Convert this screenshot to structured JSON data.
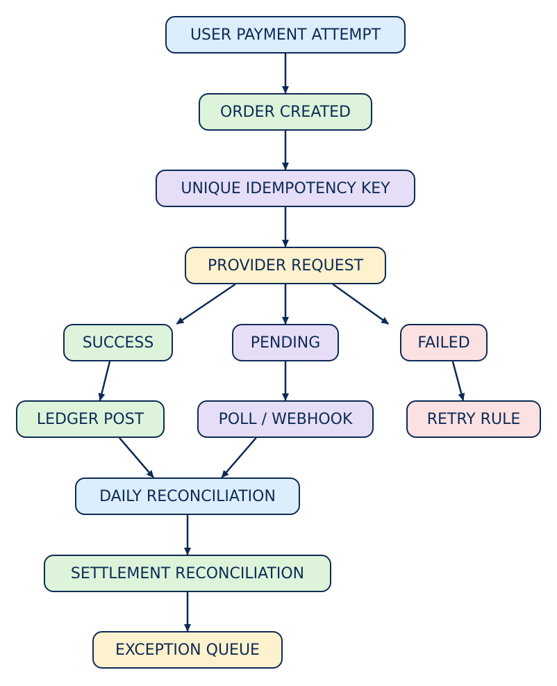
{
  "diagram": {
    "colors": {
      "stroke": "#0d2a55",
      "blue": "#dcedfc",
      "green": "#ddf4db",
      "purple": "#e5def6",
      "yellow": "#fdf2cd",
      "red": "#fbe1e1"
    },
    "nodes": {
      "user_payment_attempt": "USER PAYMENT ATTEMPT",
      "order_created": "ORDER CREATED",
      "unique_idempotency_key": "UNIQUE IDEMPOTENCY KEY",
      "provider_request": "PROVIDER REQUEST",
      "success": "SUCCESS",
      "pending": "PENDING",
      "failed": "FAILED",
      "ledger_post": "LEDGER POST",
      "poll_webhook": "POLL / WEBHOOK",
      "retry_rule": "RETRY RULE",
      "daily_reconciliation": "DAILY RECONCILIATION",
      "settlement_reconciliation": "SETTLEMENT RECONCILIATION",
      "exception_queue": "EXCEPTION QUEUE"
    },
    "edges": [
      {
        "from": "user_payment_attempt",
        "to": "order_created"
      },
      {
        "from": "order_created",
        "to": "unique_idempotency_key"
      },
      {
        "from": "unique_idempotency_key",
        "to": "provider_request"
      },
      {
        "from": "provider_request",
        "to": "success"
      },
      {
        "from": "provider_request",
        "to": "pending"
      },
      {
        "from": "provider_request",
        "to": "failed"
      },
      {
        "from": "success",
        "to": "ledger_post"
      },
      {
        "from": "pending",
        "to": "poll_webhook"
      },
      {
        "from": "failed",
        "to": "retry_rule"
      },
      {
        "from": "ledger_post",
        "to": "daily_reconciliation"
      },
      {
        "from": "poll_webhook",
        "to": "daily_reconciliation"
      },
      {
        "from": "daily_reconciliation",
        "to": "settlement_reconciliation"
      },
      {
        "from": "settlement_reconciliation",
        "to": "exception_queue"
      }
    ]
  }
}
